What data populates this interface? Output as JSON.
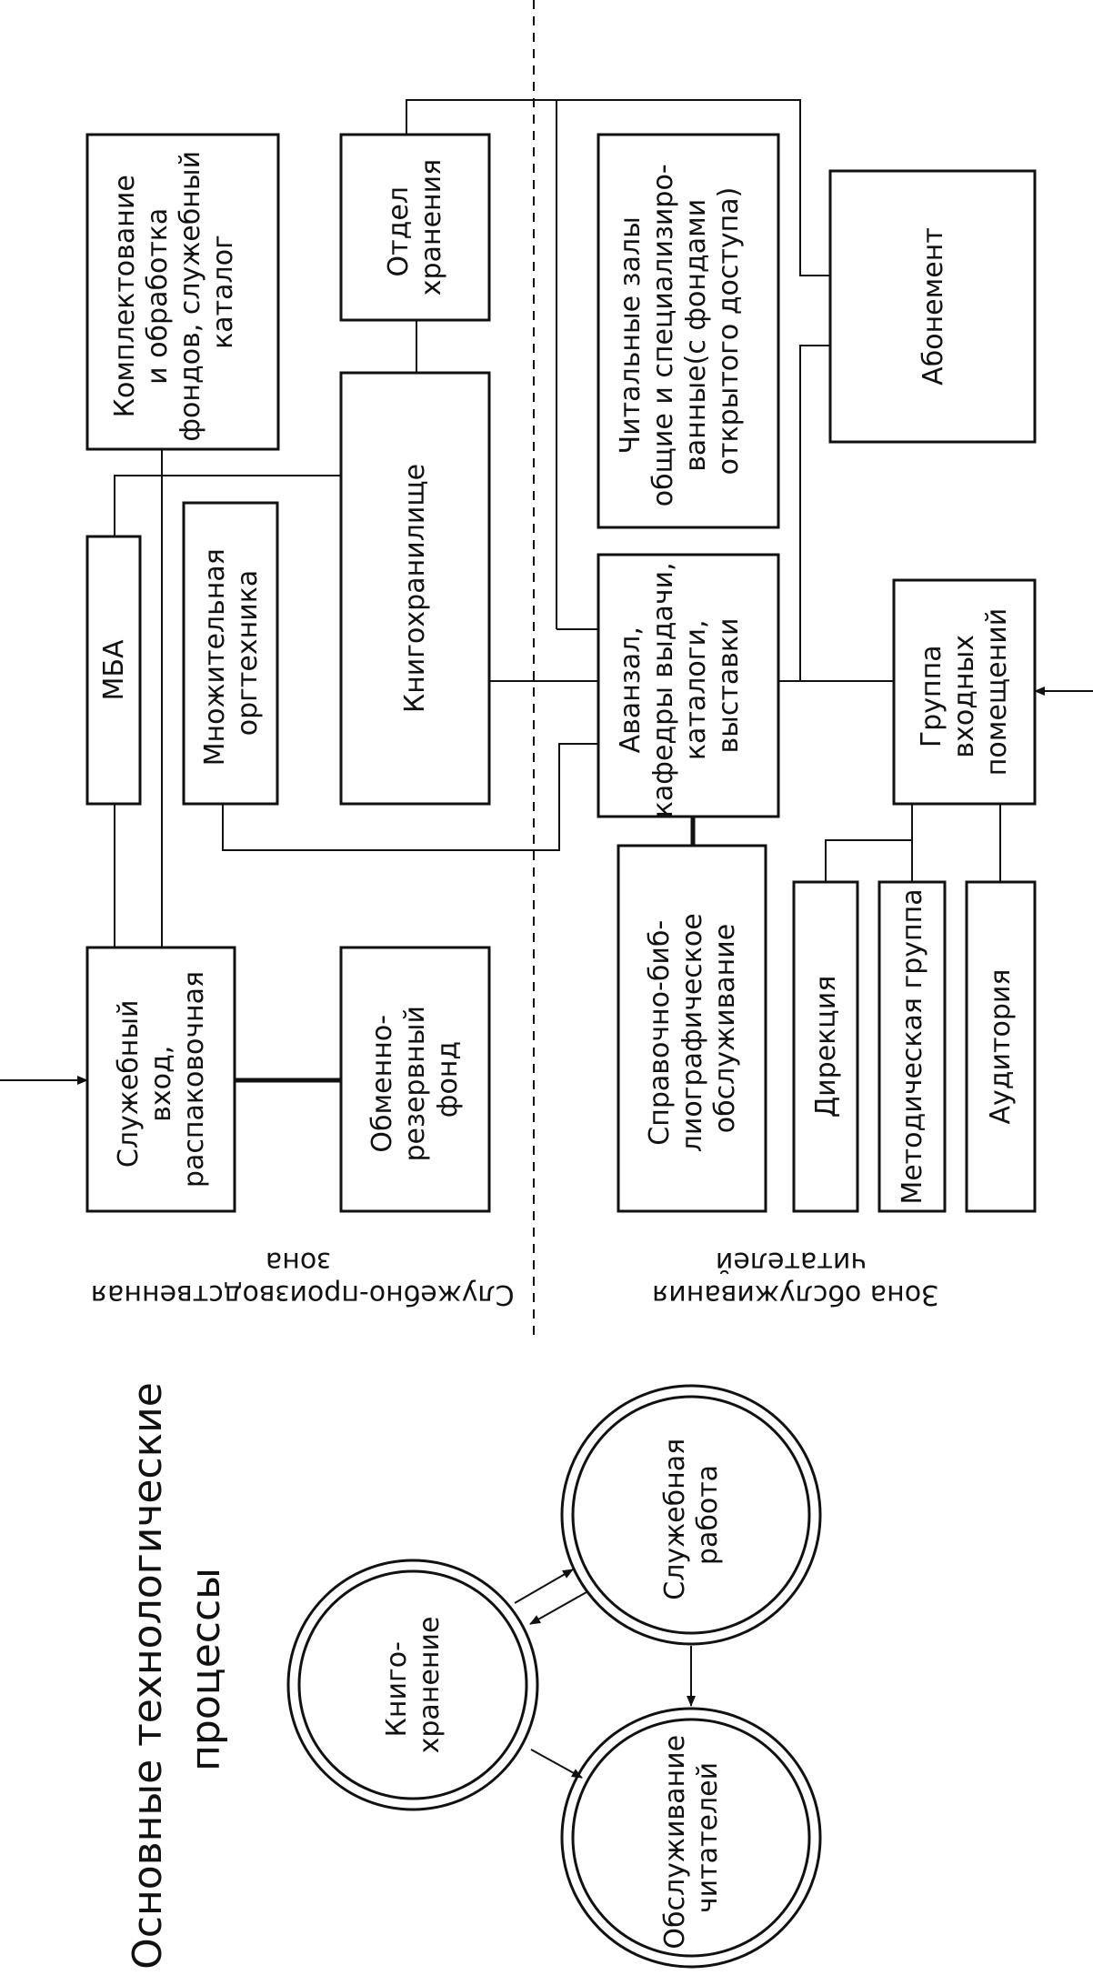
{
  "title": [
    "Основные технологические",
    "процессы"
  ],
  "zones": {
    "service": [
      "Служебно-производственная",
      "зона"
    ],
    "readers": [
      "Зона обслуживания",
      "читателей"
    ]
  },
  "boxes": {
    "acquisition": [
      "Комплектование",
      "и обработка",
      "фондов, служебный",
      "каталог"
    ],
    "storage_dept": [
      "Отдел",
      "хранения"
    ],
    "reading_rooms": [
      "Читальные залы",
      "общие и специализиро-",
      "ванные(с фондами",
      "открытого доступа)"
    ],
    "subscription": [
      "Абонемент"
    ],
    "mba": [
      "МБА"
    ],
    "copying": [
      "Множительная",
      "оргтехника"
    ],
    "book_storage": [
      "Книгохранилище"
    ],
    "hall": [
      "Аванзал,",
      "кафедры выдачи,",
      "каталоги,",
      "выставки"
    ],
    "entrance_group": [
      "Группа",
      "входных",
      "помещений"
    ],
    "service_entrance": [
      "Служебный",
      "вход,",
      "распаковочная"
    ],
    "reserve_fund": [
      "Обменно-",
      "резервный",
      "фонд"
    ],
    "reference": [
      "Справочно-биб-",
      "лиографическое",
      "обслуживание"
    ],
    "directorate": [
      "Дирекция"
    ],
    "methodical": [
      "Методическая группа"
    ],
    "auditorium": [
      "Аудитория"
    ]
  },
  "processes": {
    "storage": [
      "Книго-",
      "хранение"
    ],
    "service_work": [
      "Служебная",
      "работа"
    ],
    "readers_service": [
      "Обслуживание",
      "читателей"
    ]
  }
}
